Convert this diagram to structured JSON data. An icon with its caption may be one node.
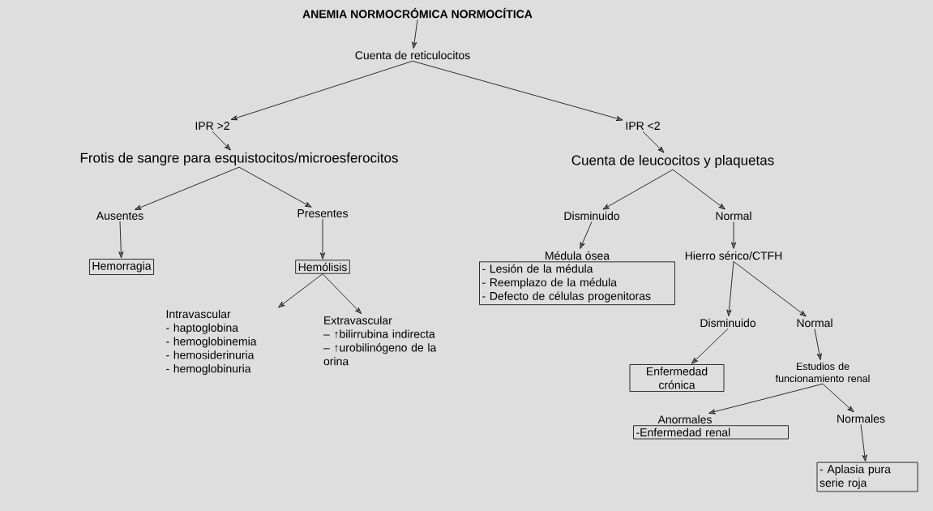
{
  "diagram": {
    "nodes": [
      {
        "text": [
          "ANEMIA NORMOCRÓMICA NORMOCÍTICA"
        ]
      },
      {
        "text": [
          "Cuenta de reticulocitos"
        ]
      },
      {
        "text": [
          "IPR >2"
        ]
      },
      {
        "text": [
          "Frotis de sangre para esquistocitos/microesferocitos"
        ]
      },
      {
        "text": [
          "Ausentes"
        ]
      },
      {
        "text": [
          "Presentes"
        ]
      },
      {
        "text": [
          "Hemorragia"
        ]
      },
      {
        "text": [
          "Hemólisis"
        ]
      },
      {
        "text": [
          "Intravascular",
          "- haptoglobina",
          "- hemoglobinemia",
          "- hemosiderinuria",
          "- hemoglobinuria"
        ]
      },
      {
        "text": [
          "Extravascular",
          "– ↑bilirrubina indirecta",
          "– ↑urobilinógeno de la orina"
        ]
      },
      {
        "text": [
          "IPR <2"
        ]
      },
      {
        "text": [
          "Cuenta de leucocitos y plaquetas"
        ]
      },
      {
        "text": [
          "Disminuido"
        ]
      },
      {
        "text": [
          "Normal"
        ]
      },
      {
        "text": [
          "Médula ósea",
          "- Lesión de la médula",
          "- Reemplazo de la médula",
          "- Defecto de células progenitoras"
        ]
      },
      {
        "text": [
          "Hierro sérico/CTFH"
        ]
      },
      {
        "text": [
          "Disminuido"
        ]
      },
      {
        "text": [
          "Normal"
        ]
      },
      {
        "text": [
          "Enfermedad crónica"
        ]
      },
      {
        "text": [
          "Estudios de funcionamiento renal"
        ]
      },
      {
        "text": [
          "Anormales",
          "-Enfermedad renal"
        ]
      },
      {
        "text": [
          "Normales"
        ]
      },
      {
        "text": [
          "- Aplasia pura serie roja"
        ]
      }
    ],
    "edges": [
      {
        "from": 0,
        "to": 1,
        "arrow": "to"
      },
      {
        "from": 1,
        "to": 2,
        "arrow": "to"
      },
      {
        "from": 1,
        "to": 10,
        "arrow": "to"
      },
      {
        "from": 2,
        "to": 3,
        "arrow": "to"
      },
      {
        "from": 3,
        "to": 4,
        "arrow": "to"
      },
      {
        "from": 3,
        "to": 5,
        "arrow": "to"
      },
      {
        "from": 4,
        "to": 6,
        "arrow": "to"
      },
      {
        "from": 5,
        "to": 7,
        "arrow": "to"
      },
      {
        "from": 7,
        "to": 8,
        "arrow": "to"
      },
      {
        "from": 7,
        "to": 9,
        "arrow": "to"
      },
      {
        "from": 10,
        "to": 11,
        "arrow": "to"
      },
      {
        "from": 11,
        "to": 12,
        "arrow": "to"
      },
      {
        "from": 11,
        "to": 13,
        "arrow": "to"
      },
      {
        "from": 12,
        "to": 14,
        "arrow": "to"
      },
      {
        "from": 13,
        "to": 15,
        "arrow": "to"
      },
      {
        "from": 15,
        "to": 16,
        "arrow": "to"
      },
      {
        "from": 15,
        "to": 17,
        "arrow": "to"
      },
      {
        "from": 16,
        "to": 18,
        "arrow": "to"
      },
      {
        "from": 17,
        "to": 19,
        "arrow": "to"
      },
      {
        "from": 19,
        "to": 20,
        "arrow": "to"
      },
      {
        "from": 19,
        "to": 21,
        "arrow": "to"
      },
      {
        "from": 21,
        "to": 22,
        "arrow": "to"
      }
    ]
  }
}
